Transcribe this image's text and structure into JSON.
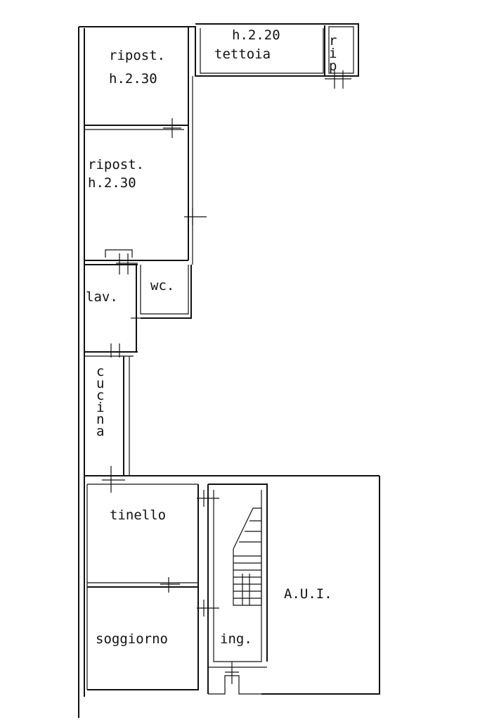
{
  "rooms": {
    "ripostiglio_top": {
      "name": "ripost.",
      "height": "h.2.30"
    },
    "tettoia": {
      "name": "tettoia",
      "height": "h.2.20"
    },
    "rip_small": {
      "letters": [
        "r",
        "i",
        "p"
      ]
    },
    "ripostiglio_mid": {
      "name": "ripost.",
      "height": "h.2.30"
    },
    "lavanderia": {
      "name": "lav."
    },
    "wc": {
      "name": "wc."
    },
    "cucina": {
      "letters": [
        "c",
        "u",
        "c",
        "i",
        "n",
        "a"
      ]
    },
    "tinello": {
      "name": "tinello"
    },
    "soggiorno": {
      "name": "soggiorno"
    },
    "ingresso": {
      "name": "ing."
    },
    "aui": {
      "name": "A.U.I."
    }
  }
}
